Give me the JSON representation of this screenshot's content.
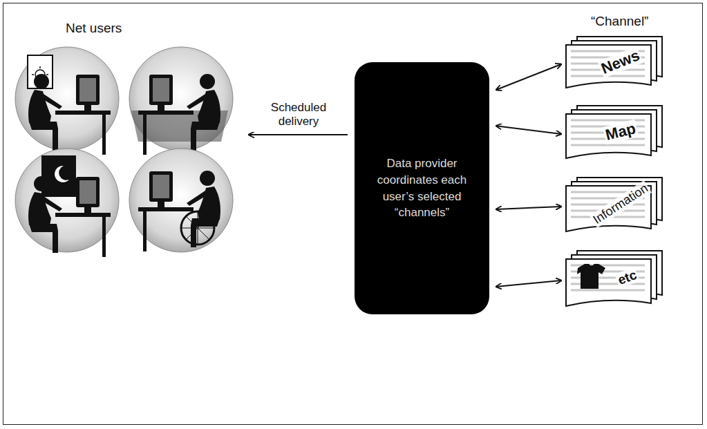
{
  "diagram": {
    "nodes": [
      {
        "text": [
          "Net users"
        ]
      },
      {
        "text": [
          "Data provider coordinates each user’s selected “channels”"
        ]
      },
      {
        "text": [
          "News"
        ]
      },
      {
        "text": [
          "Map"
        ]
      },
      {
        "text": [
          "Information"
        ]
      },
      {
        "text": [
          "etc"
        ]
      }
    ],
    "edges": [
      {
        "from": 1,
        "to": 0,
        "label": "Scheduled delivery",
        "arrow": "to"
      },
      {
        "from": 1,
        "to": 2,
        "arrow": "both"
      },
      {
        "from": 1,
        "to": 3,
        "arrow": "both"
      },
      {
        "from": 1,
        "to": 4,
        "arrow": "both"
      },
      {
        "from": 1,
        "to": 5,
        "arrow": "both"
      }
    ],
    "labels": [
      "“Channel”"
    ]
  }
}
